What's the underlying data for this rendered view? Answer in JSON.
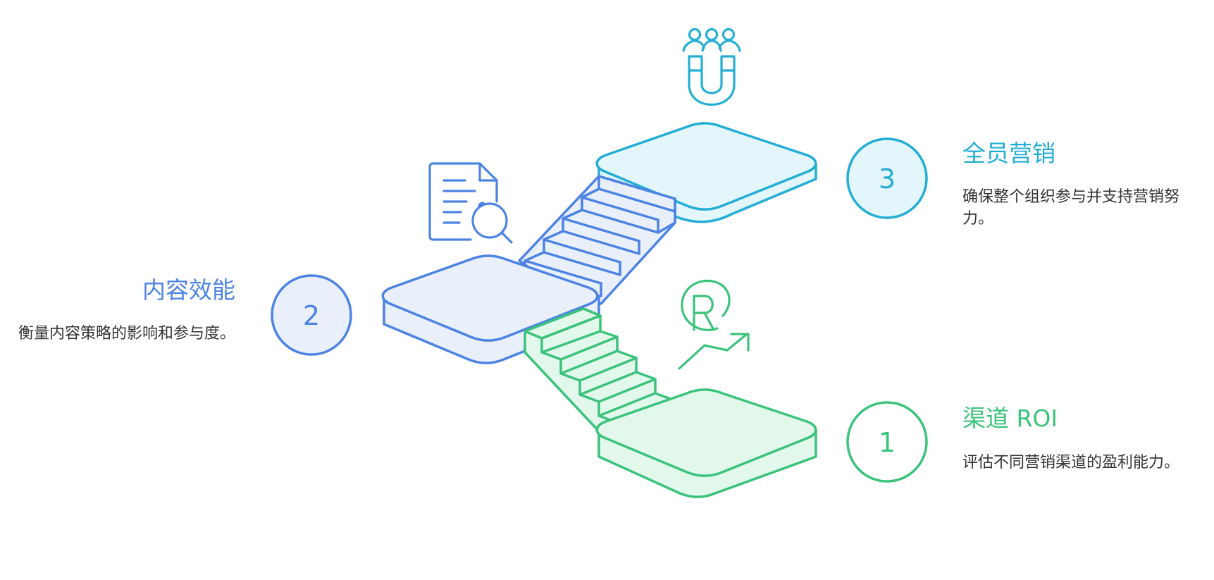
{
  "colors": {
    "green": "#3cc37b",
    "green_fill": "#e3f8ed",
    "blue": "#4d83e3",
    "blue_fill": "#e9f0fc",
    "cyan": "#24aed4",
    "cyan_fill": "#e3f6fc",
    "text": "#333333"
  },
  "steps": [
    {
      "number": "1",
      "title": "渠道 ROI",
      "description": "评估不同营销渠道的盈利能力。",
      "icon": "roi-growth-icon",
      "color": "green"
    },
    {
      "number": "2",
      "title": "内容效能",
      "description": "衡量内容策略的影响和参与度。",
      "icon": "document-search-icon",
      "color": "blue"
    },
    {
      "number": "3",
      "title": "全员营销",
      "description": "确保整个组织参与并支持营销努力。",
      "icon": "team-magnet-icon",
      "color": "cyan"
    }
  ]
}
